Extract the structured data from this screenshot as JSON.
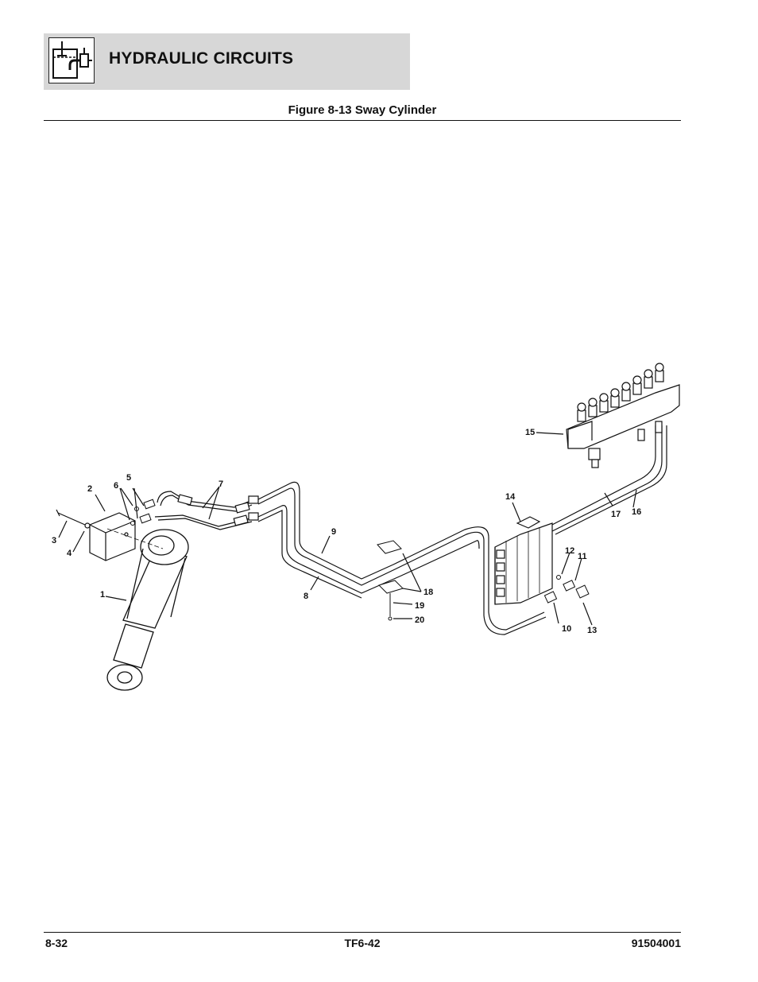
{
  "header": {
    "title": "HYDRAULIC CIRCUITS",
    "icon": "hydraulic-reservoir-icon"
  },
  "figure": {
    "caption": "Figure 8-13 Sway Cylinder",
    "callouts": [
      "1",
      "2",
      "3",
      "4",
      "5",
      "6",
      "7",
      "8",
      "9",
      "10",
      "11",
      "12",
      "13",
      "14",
      "15",
      "16",
      "17",
      "18",
      "19",
      "20"
    ]
  },
  "footer": {
    "page": "8-32",
    "model": "TF6-42",
    "doc_number": "91504001"
  }
}
